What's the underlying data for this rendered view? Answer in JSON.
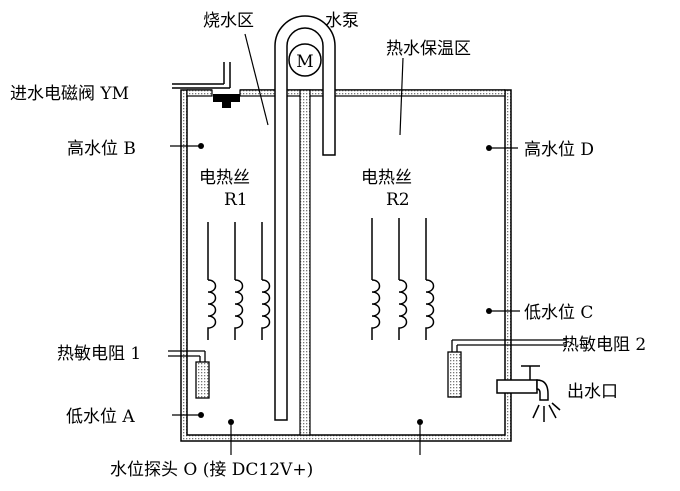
{
  "labels": {
    "heating_zone": "烧水区",
    "pump": "水泵",
    "motor_symbol": "M",
    "hot_water_zone": "热水保温区",
    "inlet_valve": "进水电磁阀 YM",
    "high_level_b": "高水位 B",
    "high_level_d": "高水位 D",
    "heater_r1_title": "电热丝",
    "heater_r1_id": "R1",
    "heater_r2_title": "电热丝",
    "heater_r2_id": "R2",
    "low_level_c": "低水位 C",
    "thermistor_1": "热敏电阻 1",
    "thermistor_2": "热敏电阻 2",
    "outlet": "出水口",
    "low_level_a": "低水位 A",
    "probe_o": "水位探头 O (接 DC12V+)"
  },
  "colors": {
    "stroke": "#000000",
    "wall_pattern": "#777777",
    "background": "#ffffff"
  }
}
